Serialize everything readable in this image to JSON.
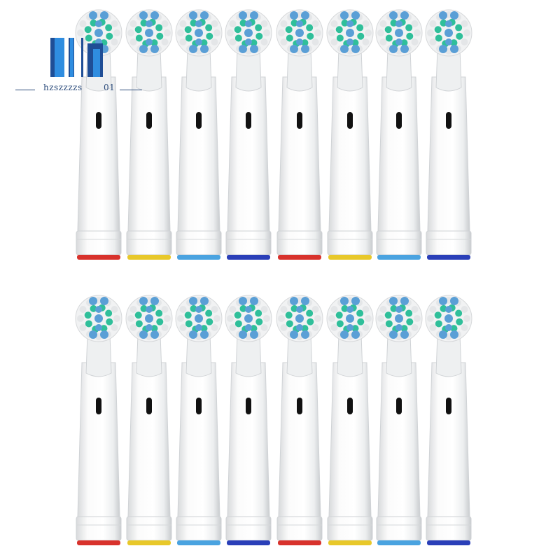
{
  "image": {
    "subject": "toothbrush-replacement-heads",
    "rows": [
      {
        "ring_colors": [
          "#d8322c",
          "#e8c82a",
          "#4aa3e0",
          "#2a3fb8",
          "#d8322c",
          "#e8c82a",
          "#4aa3e0",
          "#2a3fb8"
        ]
      },
      {
        "ring_colors": [
          "#d8322c",
          "#e8c82a",
          "#4aa3e0",
          "#2a3fb8",
          "#d8322c",
          "#e8c82a",
          "#4aa3e0",
          "#2a3fb8"
        ]
      }
    ],
    "bristle_colors": {
      "green": "#2fbf9a",
      "blue": "#5a9fd6",
      "white": "#e4e6e8"
    }
  },
  "watermark": {
    "brand": "hzszzzzs",
    "number": "01",
    "colors": {
      "dark": "#1f4e96",
      "light": "#2f8de0"
    }
  }
}
